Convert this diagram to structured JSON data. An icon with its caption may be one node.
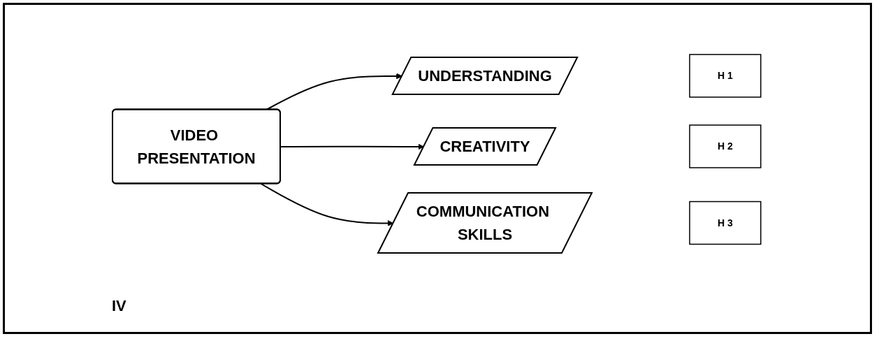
{
  "diagram": {
    "nodes": [
      {
        "text": [
          "VIDEO PRESENTATION"
        ]
      },
      {
        "text": [
          "UNDERSTANDING"
        ]
      },
      {
        "text": [
          "CREATIVITY"
        ]
      },
      {
        "text": [
          "COMMUNICATION SKILLS"
        ]
      },
      {
        "text": [
          "H 1"
        ]
      },
      {
        "text": [
          "H 2"
        ]
      },
      {
        "text": [
          "H 3"
        ]
      }
    ],
    "edges": [
      {
        "from": 0,
        "to": 1,
        "arrow": "to"
      },
      {
        "from": 0,
        "to": 2,
        "arrow": "to"
      },
      {
        "from": 0,
        "to": 3,
        "arrow": "to"
      }
    ],
    "labels": [
      "IV"
    ]
  }
}
